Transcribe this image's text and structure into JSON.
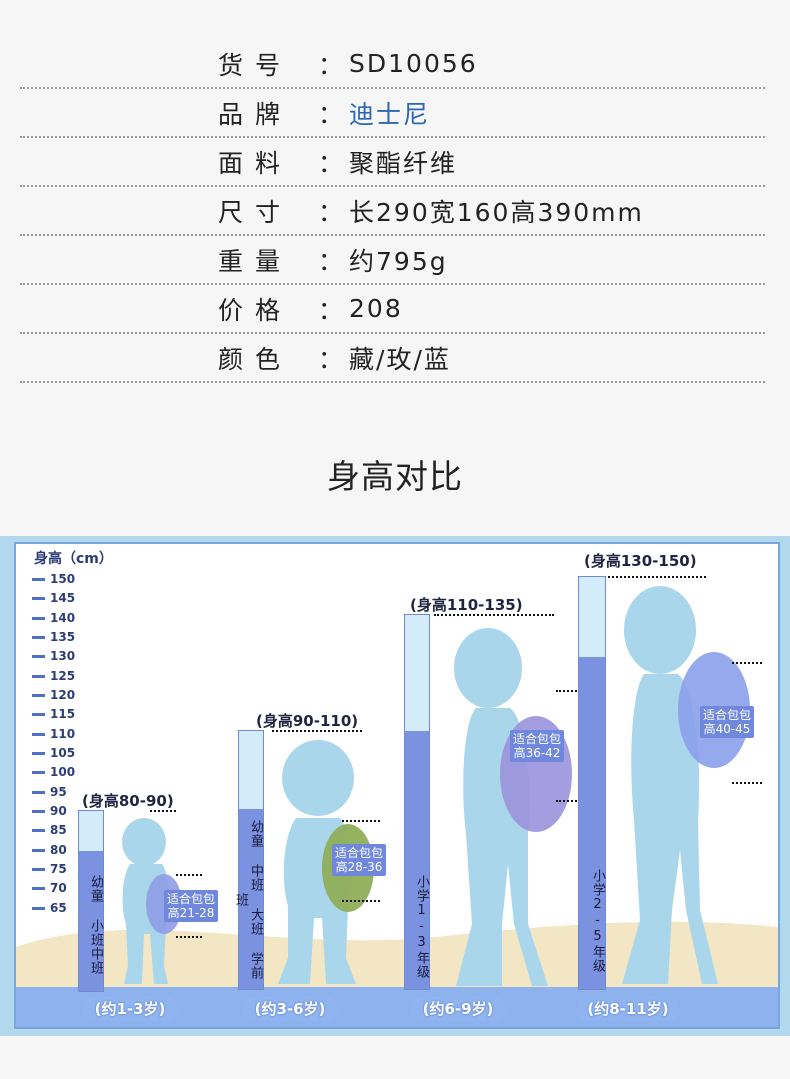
{
  "specs": [
    {
      "label": "货 号",
      "value": "SD10056"
    },
    {
      "label": "品 牌",
      "value": "迪士尼"
    },
    {
      "label": "面 料",
      "value": "聚酯纤维"
    },
    {
      "label": "尺 寸",
      "value": "长290宽160高390mm"
    },
    {
      "label": "重 量",
      "value": "约795g"
    },
    {
      "label": "价 格",
      "value": "208"
    },
    {
      "label": "颜 色",
      "value": "藏/玫/蓝"
    }
  ],
  "separator": "：",
  "section_title": "身高对比",
  "chart": {
    "axis_title": "身高（cm）",
    "ticks": [
      "150",
      "145",
      "140",
      "135",
      "130",
      "125",
      "120",
      "115",
      "110",
      "105",
      "100",
      "95",
      "90",
      "85",
      "80",
      "75",
      "70",
      "65"
    ],
    "groups": [
      {
        "height_label": "(身高80-90)",
        "bar_text": "幼童 小班中班",
        "bag_label_1": "适合包包",
        "bag_label_2": "高21-28",
        "age": "(约1-3岁)",
        "bag_color": "#8e9de6"
      },
      {
        "height_label": "(身高90-110)",
        "bar_text": "幼童 中班 大班 学前班",
        "bag_label_1": "适合包包",
        "bag_label_2": "高28-36",
        "age": "(约3-6岁)",
        "bag_color": "#8fae5a"
      },
      {
        "height_label": "(身高110-135)",
        "bar_text": "小学1-3年级",
        "bag_label_1": "适合包包",
        "bag_label_2": "高36-42",
        "age": "(约6-9岁)",
        "bag_color": "#9a92dc"
      },
      {
        "height_label": "(身高130-150)",
        "bar_text": "小学2-5年级",
        "bag_label_1": "适合包包",
        "bag_label_2": "高40-45",
        "age": "(约8-11岁)",
        "bag_color": "#8aa0ea"
      }
    ],
    "colors": {
      "kid": "#a9d6ea",
      "bar_fill": "#7b92e0",
      "bar_empty": "#d4ebf9",
      "ground": "#f3e6c4",
      "panel": "#b2d8ee"
    }
  }
}
